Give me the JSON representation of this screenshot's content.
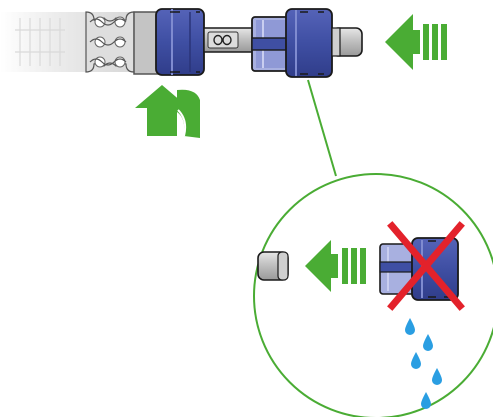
{
  "diagram": {
    "colors": {
      "background": "#ffffff",
      "arrow_green": "#4aac34",
      "cap_blue": "#3f4fa3",
      "cap_blue_light": "#7f8bd0",
      "cap_blue_dark": "#2a3478",
      "connector_grey": "#c9c9c9",
      "connector_grey_dark": "#8a8a8a",
      "pen_body_grey": "#d3d3d3",
      "cross_red": "#e3222b",
      "drop_blue": "#2a9ee2",
      "outline": "#1a1a1a"
    },
    "elements": {
      "pen_device": {
        "icon": "pen-device-icon"
      },
      "connector_cap": {
        "icon": "connector-cap-icon"
      },
      "push_arrow": {
        "icon": "push-left-arrow-icon",
        "direction": "left"
      },
      "twist_arrow": {
        "icon": "twist-turn-arrow-icon",
        "direction": "turn"
      },
      "callout_line": {
        "icon": "callout-leader-line"
      },
      "callout_circle": {
        "icon": "zoom-callout-circle"
      },
      "callout_push_arrow": {
        "icon": "push-left-arrow-icon",
        "direction": "left"
      },
      "wrong_cap": {
        "icon": "crossed-cap-icon",
        "meaning": "not allowed"
      },
      "drops": {
        "icon": "water-drops-icon",
        "count": 5
      }
    }
  }
}
